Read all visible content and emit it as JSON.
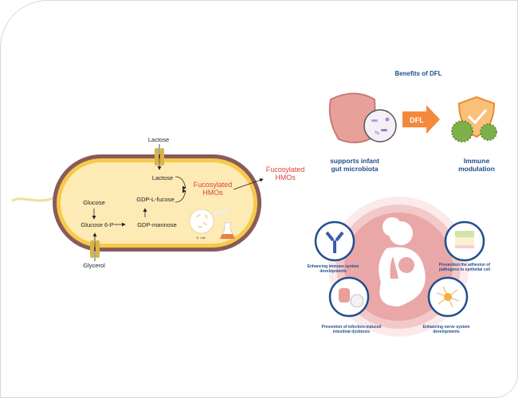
{
  "cell": {
    "lactose_outside": "Lactose",
    "lactose_inside": "Lactose",
    "gdp_l_fucose": "GDP-L-fucose",
    "glucose": "Glucose",
    "glucose_6p": "Glucose 6-P",
    "gdp_mannose": "GDP-mannose",
    "glycerol": "Glycerol",
    "hmo_inside": [
      "Fucosylated",
      "HMOs"
    ],
    "hmo_outside": [
      "Fucosylated",
      "HMOs"
    ],
    "ecoli_label": "E. coli"
  },
  "benefits": {
    "title": "Benefits of DFL",
    "arrow_label": "DFL",
    "gut_label": [
      "supports infant",
      "gut microbiota"
    ],
    "immune_label": [
      "Immune",
      "modulation"
    ]
  },
  "effects": {
    "immune": [
      "Enhancing immune system",
      "developments"
    ],
    "adhesion": [
      "Prevention the adhesion of",
      "pathogens to epithelial cell"
    ],
    "dysbiosis": [
      "Prevention of infection-induced",
      "intestinal dysbiosis"
    ],
    "nerve": [
      "Enhancing nerve system",
      "developments"
    ]
  },
  "colors": {
    "hmo_red": "#d9423a",
    "label_blue": "#1f4e8c",
    "arrow_orange": "#f5893a",
    "pink": "#e8a5a5"
  }
}
